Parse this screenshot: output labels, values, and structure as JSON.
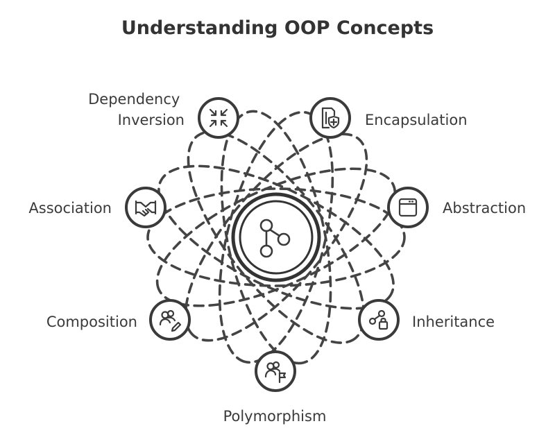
{
  "title": "Understanding OOP Concepts",
  "center": {
    "icon": "git-branch-icon"
  },
  "concepts": [
    {
      "id": "encapsulation",
      "label": "Encapsulation",
      "icon": "file-shield-icon"
    },
    {
      "id": "abstraction",
      "label": "Abstraction",
      "icon": "window-icon"
    },
    {
      "id": "inheritance",
      "label": "Inheritance",
      "icon": "share-lock-icon"
    },
    {
      "id": "polymorphism",
      "label": "Polymorphism",
      "icon": "users-flag-icon"
    },
    {
      "id": "composition",
      "label": "Composition",
      "icon": "users-edit-icon"
    },
    {
      "id": "association",
      "label": "Association",
      "icon": "handshake-icon"
    },
    {
      "id": "dependency-inversion",
      "label_lines": [
        "Dependency",
        "Inversion"
      ],
      "icon": "collapse-arrows-icon"
    }
  ],
  "colors": {
    "stroke": "#3a3a3a",
    "background": "#ffffff",
    "text": "#3a3a3a"
  }
}
